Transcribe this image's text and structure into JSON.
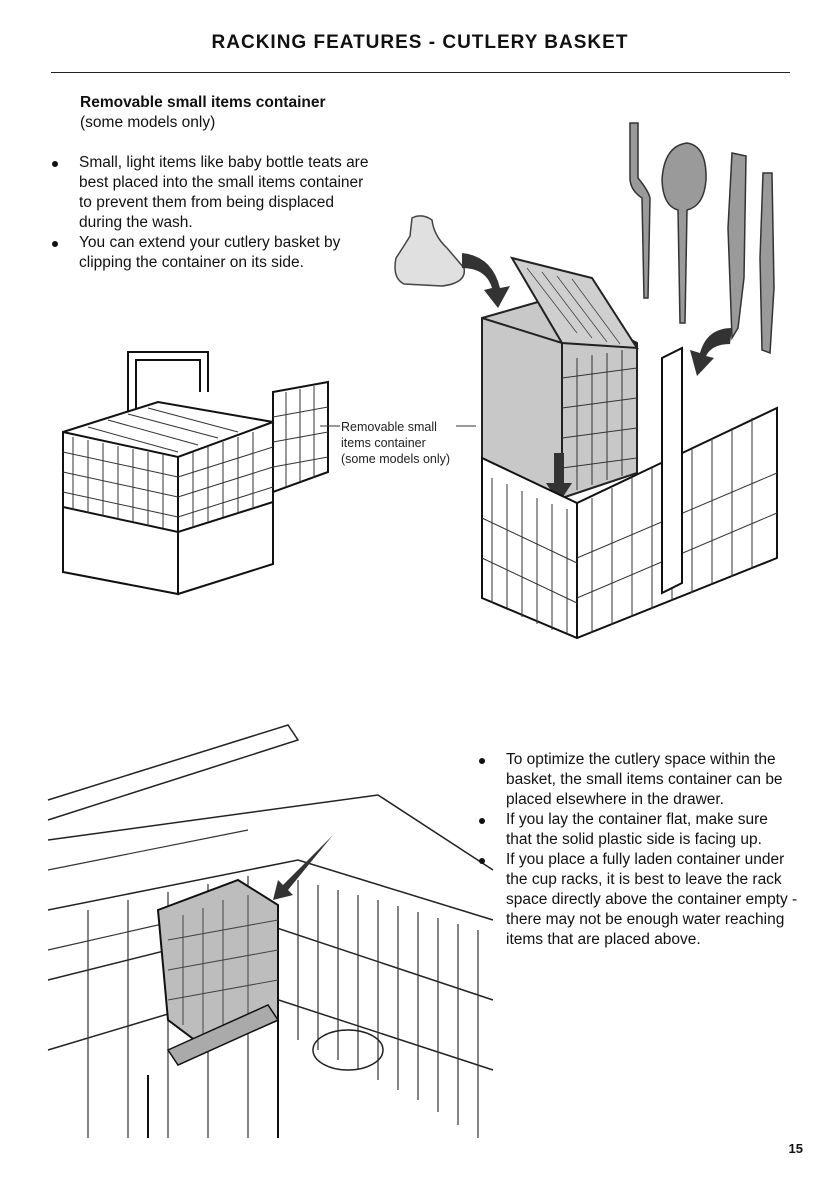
{
  "header": {
    "title": "RACKING FEATURES - CUTLERY BASKET"
  },
  "section": {
    "heading": "Removable small items container",
    "subheading": "(some models only)"
  },
  "top_bullets": [
    "Small, light items like baby bottle teats are best placed into the small items container to prevent them from being displaced during the wash.",
    "You can extend your cutlery basket by clipping the container on its side."
  ],
  "callout": {
    "line1": "Removable small",
    "line2": "items container",
    "line3": "(some models only)"
  },
  "bottom_bullets": [
    "To optimize the cutlery space within the basket, the small items container can be placed elsewhere in the drawer.",
    "If you lay the container flat, make sure that the solid plastic side is facing up.",
    "If you place a fully laden container under the cup racks, it is best to leave the rack space directly above the container empty - there may not be enough water reaching items that are placed above."
  ],
  "footer": {
    "page_number": "15"
  },
  "colors": {
    "ink": "#111111",
    "rule": "#222222",
    "grey_part": "#bdbdbd",
    "dark_part": "#555555"
  }
}
